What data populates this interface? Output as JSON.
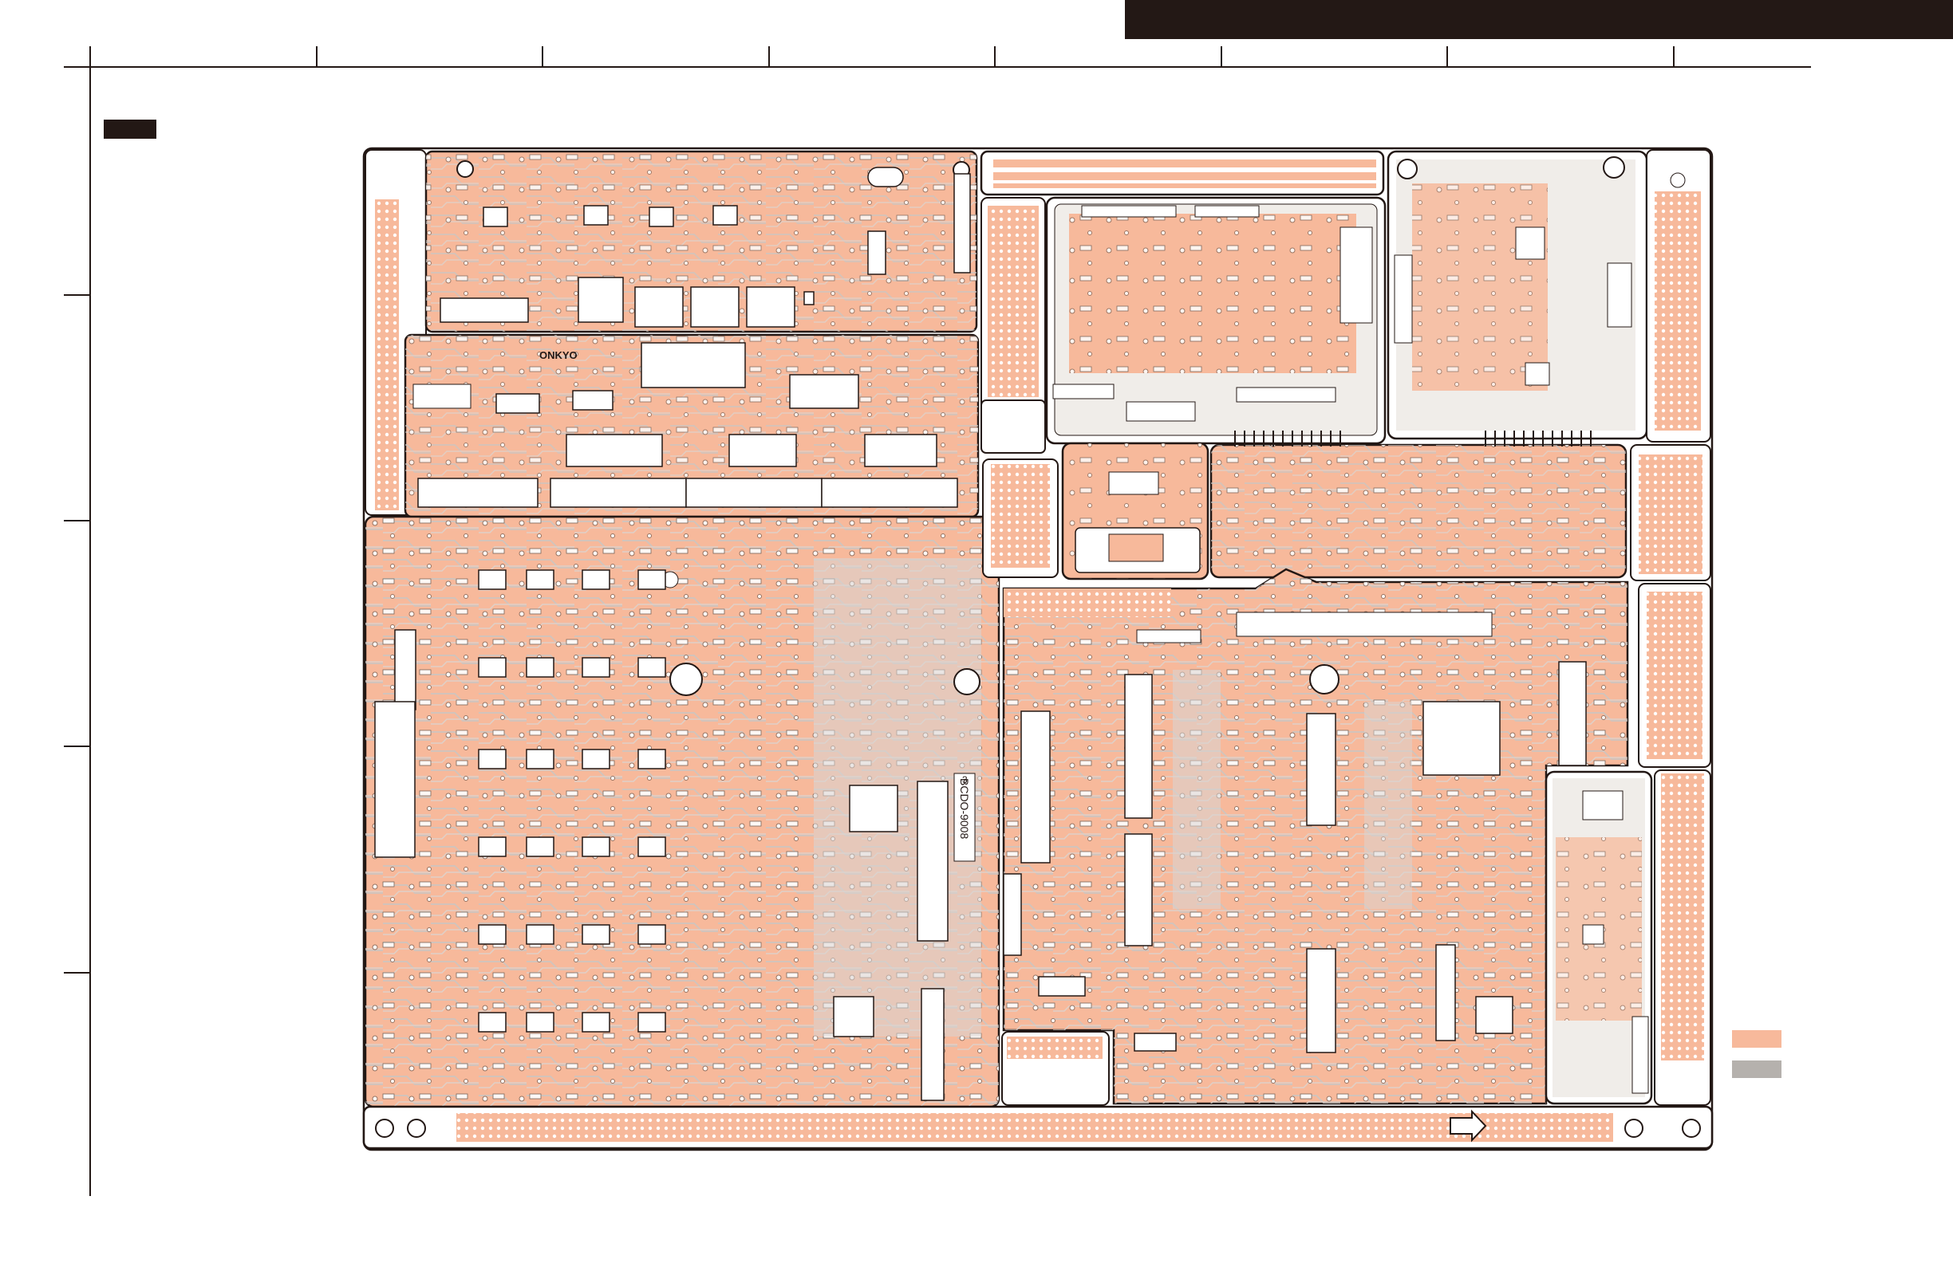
{
  "board": {
    "brand_label": "ONKYO",
    "board_code": "BCDO-9008",
    "module_number": "3"
  },
  "colors": {
    "copper": "#f7b99b",
    "copper_dark": "#eba07e",
    "silk_gray": "#b5b1ad",
    "trace_gray": "#c9c6c3",
    "outline": "#231815",
    "background": "#ffffff"
  },
  "legend": {
    "items": [
      {
        "swatch": "copper-swatch"
      },
      {
        "swatch": "gray-swatch"
      }
    ]
  }
}
